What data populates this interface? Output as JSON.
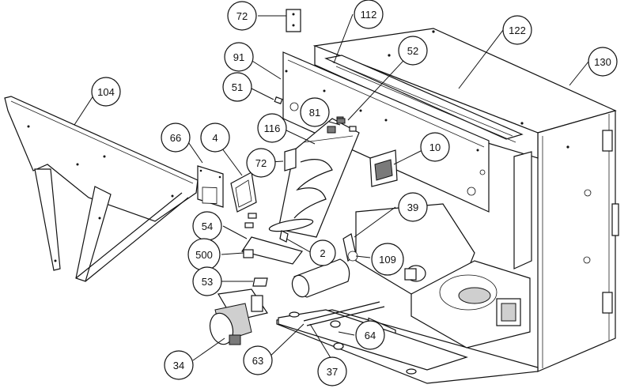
{
  "diagram": {
    "callouts": [
      {
        "id": "c72a",
        "label": "72"
      },
      {
        "id": "c112",
        "label": "112"
      },
      {
        "id": "c122",
        "label": "122"
      },
      {
        "id": "c130",
        "label": "130"
      },
      {
        "id": "c91",
        "label": "91"
      },
      {
        "id": "c52",
        "label": "52"
      },
      {
        "id": "c104",
        "label": "104"
      },
      {
        "id": "c51",
        "label": "51"
      },
      {
        "id": "c81",
        "label": "81"
      },
      {
        "id": "c66",
        "label": "66"
      },
      {
        "id": "c4",
        "label": "4"
      },
      {
        "id": "c116",
        "label": "116"
      },
      {
        "id": "c10",
        "label": "10"
      },
      {
        "id": "c72b",
        "label": "72"
      },
      {
        "id": "c39",
        "label": "39"
      },
      {
        "id": "c54",
        "label": "54"
      },
      {
        "id": "c2",
        "label": "2"
      },
      {
        "id": "c109",
        "label": "109"
      },
      {
        "id": "c500",
        "label": "500"
      },
      {
        "id": "c53",
        "label": "53"
      },
      {
        "id": "c64",
        "label": "64"
      },
      {
        "id": "c34",
        "label": "34"
      },
      {
        "id": "c63",
        "label": "63"
      },
      {
        "id": "c37",
        "label": "37"
      }
    ]
  }
}
